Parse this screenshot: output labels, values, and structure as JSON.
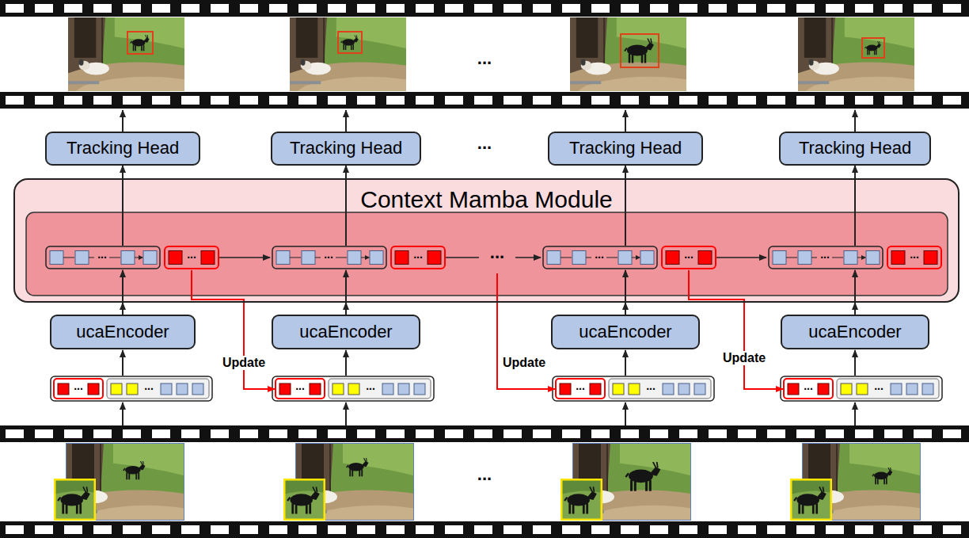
{
  "diagram": {
    "nodes": [
      {
        "text": [
          "Tracking Head"
        ]
      },
      {
        "text": [
          "Tracking Head"
        ]
      },
      {
        "text": [
          "Tracking Head"
        ]
      },
      {
        "text": [
          "Tracking Head"
        ]
      },
      {
        "text": [
          "Context Mamba Module"
        ]
      },
      {
        "text": [
          "ucaEncoder"
        ]
      },
      {
        "text": [
          "ucaEncoder"
        ]
      },
      {
        "text": [
          "ucaEncoder"
        ]
      },
      {
        "text": [
          "ucaEncoder"
        ]
      }
    ],
    "edges": [
      {
        "from": 5,
        "to": 4,
        "arrow": "to"
      },
      {
        "from": 6,
        "to": 4,
        "arrow": "to"
      },
      {
        "from": 7,
        "to": 4,
        "arrow": "to"
      },
      {
        "from": 8,
        "to": 4,
        "arrow": "to"
      },
      {
        "from": 4,
        "to": 0,
        "arrow": "to"
      },
      {
        "from": 4,
        "to": 1,
        "arrow": "to"
      },
      {
        "from": 4,
        "to": 2,
        "arrow": "to"
      },
      {
        "from": 4,
        "to": 3,
        "arrow": "to"
      }
    ],
    "labels": [
      "...",
      "...",
      "...",
      "...",
      "...",
      "...",
      "...",
      "...",
      "...",
      "...",
      "...",
      "Update",
      "Update",
      "Update",
      "...",
      "...",
      "...",
      "...",
      "...",
      "...",
      "...",
      "...",
      "..."
    ]
  }
}
